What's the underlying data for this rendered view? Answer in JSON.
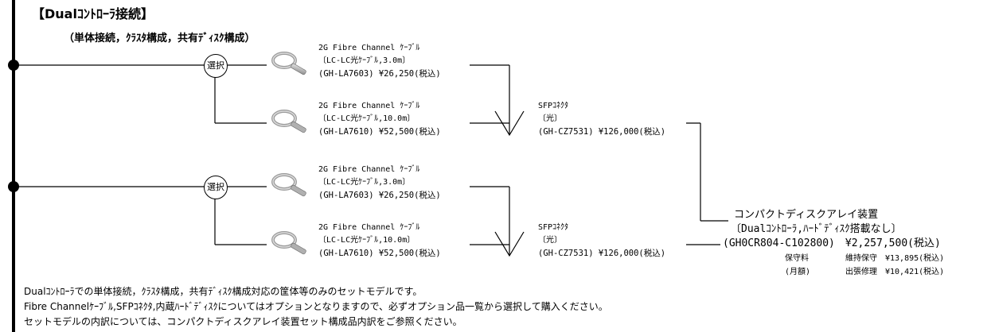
{
  "title": "【Dualｺﾝﾄﾛｰﾗ接続】",
  "subtitle": "（単体接続，ｸﾗｽﾀ構成，共有ﾃﾞｨｽｸ構成）",
  "select_label": "選択",
  "groups": [
    {
      "cable_a": {
        "name": "2G Fibre Channel ｹｰﾌﾞﾙ",
        "spec": "〔LC-LC光ｹｰﾌﾞﾙ,3.0m〕",
        "price": "(GH-LA7603) ¥26,250(税込)"
      },
      "cable_b": {
        "name": "2G Fibre Channel ｹｰﾌﾞﾙ",
        "spec": "〔LC-LC光ｹｰﾌﾞﾙ,10.0m〕",
        "price": "(GH-LA7610) ¥52,500(税込)"
      },
      "connector": {
        "name": "SFPｺﾈｸﾀ",
        "spec": "〔光〕",
        "price": "(GH-CZ7531) ¥126,000(税込)"
      }
    },
    {
      "cable_a": {
        "name": "2G Fibre Channel ｹｰﾌﾞﾙ",
        "spec": "〔LC-LC光ｹｰﾌﾞﾙ,3.0m〕",
        "price": "(GH-LA7603) ¥26,250(税込)"
      },
      "cable_b": {
        "name": "2G Fibre Channel ｹｰﾌﾞﾙ",
        "spec": "〔LC-LC光ｹｰﾌﾞﾙ,10.0m〕",
        "price": "(GH-LA7610) ¥52,500(税込)"
      },
      "connector": {
        "name": "SFPｺﾈｸﾀ",
        "spec": "〔光〕",
        "price": "(GH-CZ7531) ¥126,000(税込)"
      }
    }
  ],
  "device": {
    "name": "コンパクトディスクアレイ装置",
    "spec": "〔Dualｺﾝﾄﾛｰﾗ,ﾊｰﾄﾞﾃﾞｨｽｸ搭載なし〕",
    "price": "(GH0CR804-C102800)　¥2,257,500(税込)",
    "fee_label_1": "保守料",
    "fee_label_2": "(月額)",
    "fee_1": "維持保守　¥13,895(税込)",
    "fee_2": "出張修理　¥10,421(税込)"
  },
  "notes": [
    "Dualｺﾝﾄﾛｰﾗでの単体接続，ｸﾗｽﾀ構成，共有ﾃﾞｨｽｸ構成対応の筐体等のみのセットモデルです。",
    "Fibre Channelｹｰﾌﾞﾙ,SFPｺﾈｸﾀ,内蔵ﾊｰﾄﾞﾃﾞｨｽｸについてはオプションとなりますので、必ずオプション品一覧から選択して購入ください。",
    "セットモデルの内訳については、コンパクトディスクアレイ装置セット構成品内訳をご参照ください。"
  ]
}
